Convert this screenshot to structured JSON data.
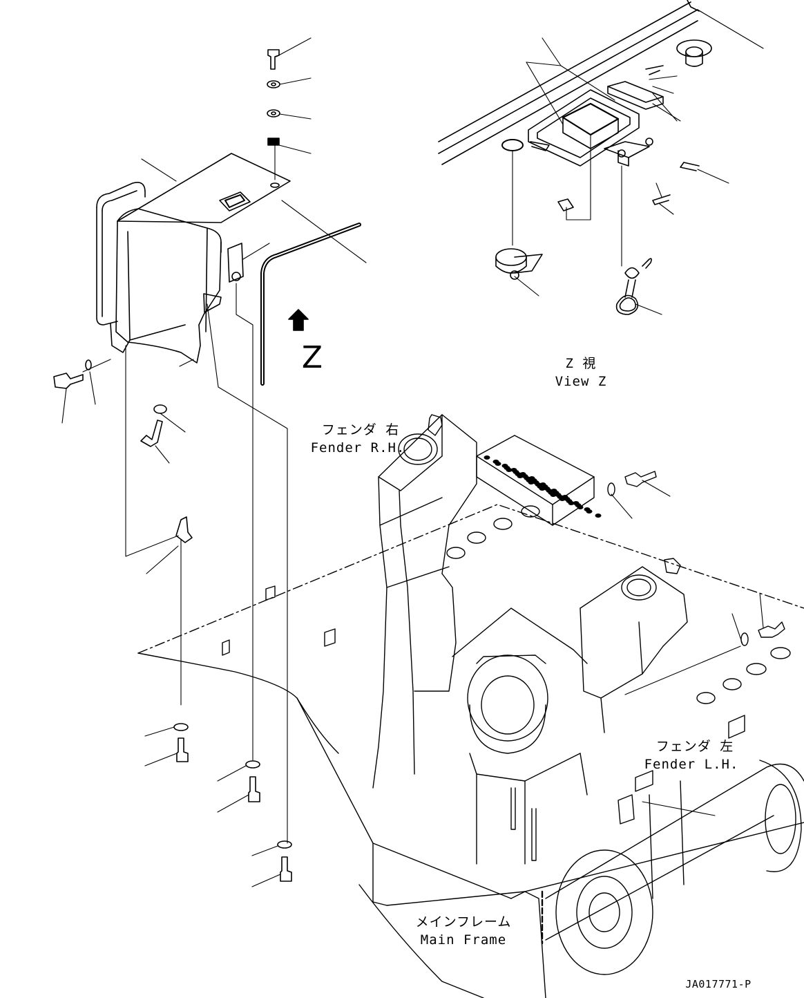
{
  "labels": {
    "view_z_jp": "Z 視",
    "view_z_en": "View Z",
    "view_arrow_letter": "Z",
    "fender_rh_jp": "フェンダ 右",
    "fender_rh_en": "Fender R.H.",
    "fender_lh_jp": "フェンダ 左",
    "fender_lh_en": "Fender L.H.",
    "main_frame_jp": "メインフレーム",
    "main_frame_en": "Main Frame",
    "drawing_code": "JA017771-P"
  }
}
